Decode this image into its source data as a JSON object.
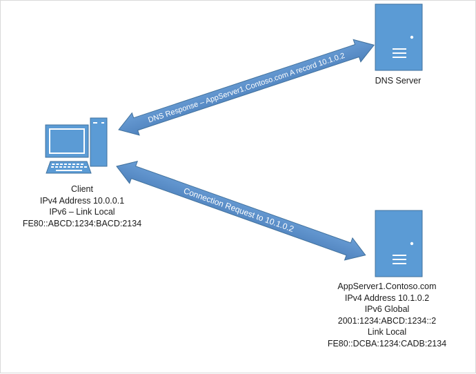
{
  "arrows": {
    "dns_response": "DNS Response – AppServer1.Contoso.com A record 10.1.0.2",
    "connection_request": "Connection Request to 10.1.0.2"
  },
  "nodes": {
    "client": {
      "lines": [
        "Client",
        "IPv4 Address 10.0.0.1",
        "IPv6 – Link Local",
        "FE80::ABCD:1234:BACD:2134"
      ]
    },
    "dns_server": {
      "lines": [
        "DNS Server"
      ]
    },
    "app_server": {
      "lines": [
        "AppServer1.Contoso.com",
        "IPv4 Address 10.1.0.2",
        "IPv6 Global",
        "2001:1234:ABCD:1234::2",
        "Link Local",
        "FE80::DCBA:1234:CADB:2134"
      ]
    }
  },
  "colors": {
    "arrow_fill": "#5b8fc9",
    "arrow_stroke": "#41719c",
    "device_fill": "#5b9bd5",
    "label_text": "#ffffff"
  }
}
